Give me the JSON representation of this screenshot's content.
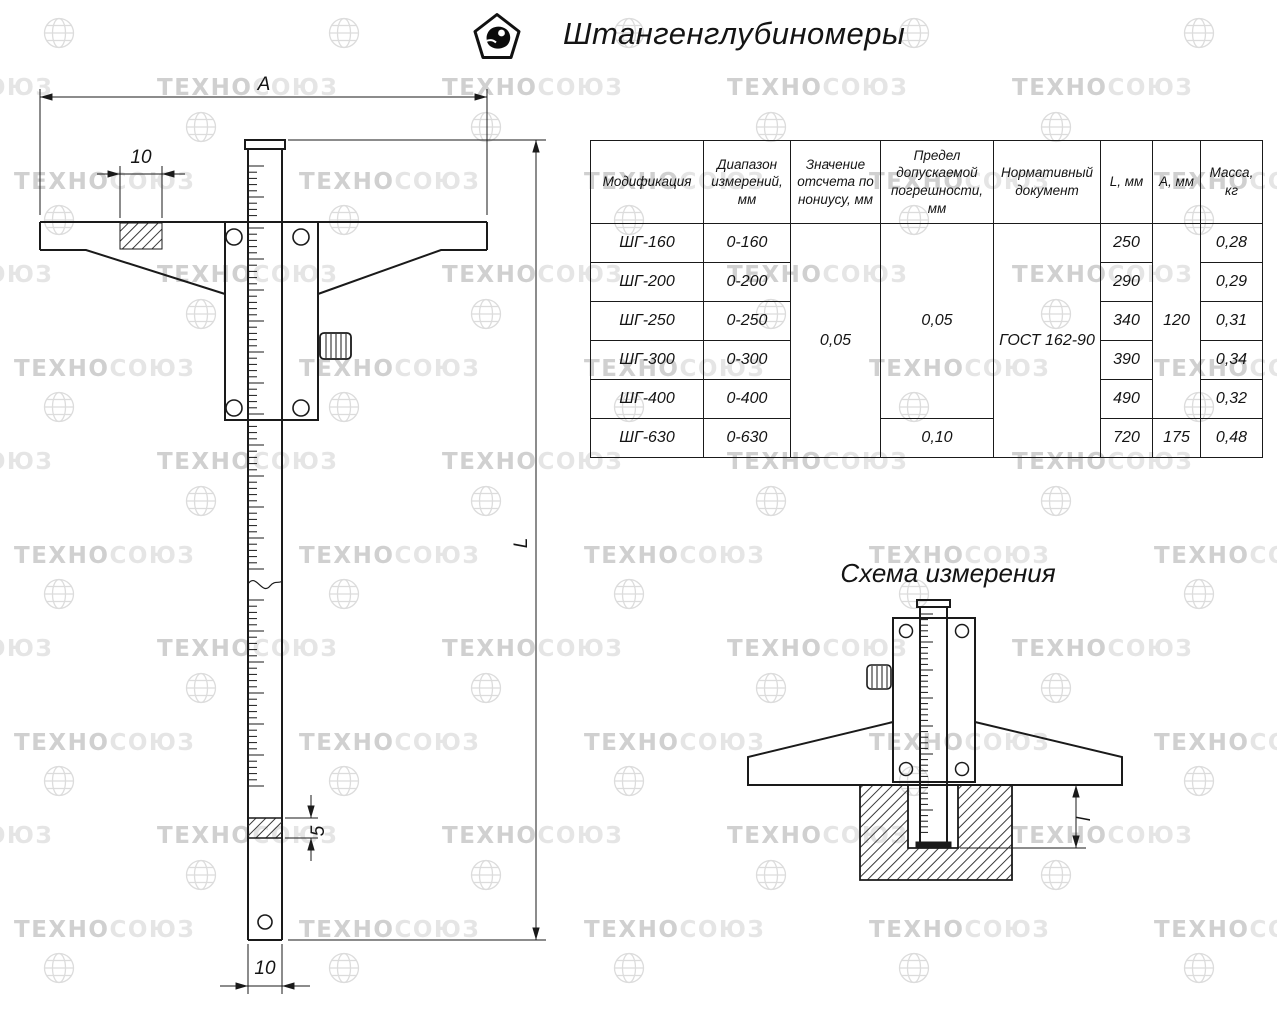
{
  "header": {
    "title": "Штангенглубиномеры"
  },
  "watermark": {
    "part1": "ТЕХНО",
    "part2": "СОЮЗ"
  },
  "colors": {
    "line": "#1a1a1a",
    "watermark_dark": "#d0d0d0",
    "watermark_light": "#e5e5e5"
  },
  "table": {
    "headers": [
      "Модификация",
      "Диапазон измерений, мм",
      "Значение отсчета по нониусу, мм",
      "Предел допускаемой погрешности, мм",
      "Нормативный документ",
      "L, мм",
      "A, мм",
      "Масса, кг"
    ],
    "rows": [
      {
        "mod": "ШГ-160",
        "range": "0-160",
        "L": "250",
        "mass": "0,28"
      },
      {
        "mod": "ШГ-200",
        "range": "0-200",
        "L": "290",
        "mass": "0,29"
      },
      {
        "mod": "ШГ-250",
        "range": "0-250",
        "L": "340",
        "mass": "0,31"
      },
      {
        "mod": "ШГ-300",
        "range": "0-300",
        "L": "390",
        "mass": "0,34"
      },
      {
        "mod": "ШГ-400",
        "range": "0-400",
        "L": "490",
        "mass": "0,32"
      },
      {
        "mod": "ШГ-630",
        "range": "0-630",
        "L": "720",
        "mass": "0,48"
      }
    ],
    "merged": {
      "vernier": "0,05",
      "error_rows1to5": "0,05",
      "error_row6": "0,10",
      "document": "ГОСТ 162-90",
      "a_rows1to5": "120",
      "a_row6": "175"
    }
  },
  "drawing": {
    "dim_A": "A",
    "dim_10_top": "10",
    "dim_L": "L",
    "dim_5": "5",
    "dim_10_bottom": "10"
  },
  "scheme": {
    "title": "Схема измерения",
    "dim_l": "l"
  }
}
